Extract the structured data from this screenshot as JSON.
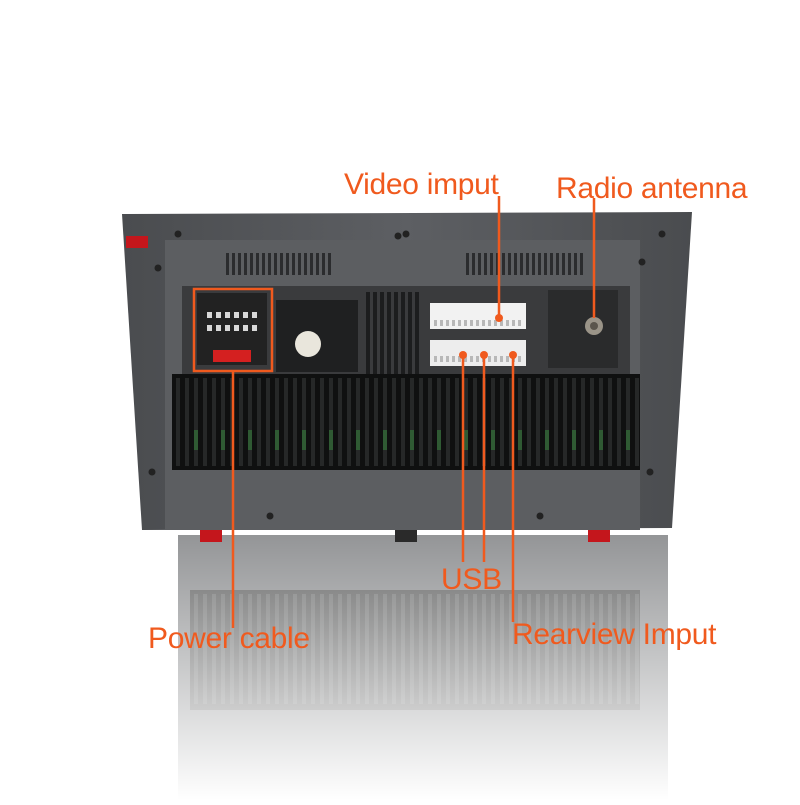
{
  "labels": {
    "video_input": "Video imput",
    "radio_antenna": "Radio antenna",
    "usb": "USB",
    "power_cable": "Power cable",
    "rearview_input": "Rearview Imput"
  },
  "colors": {
    "accent": "#f05a1e",
    "housing": "#55575a",
    "housing_dark": "#3a3b3d",
    "panel": "#2b2c2e",
    "heatsink": "#0f1010",
    "connector": "#f2f2f2",
    "fuse": "#d42020",
    "background": "#ffffff"
  },
  "icons": {
    "device": "car-stereo-back-panel-photo",
    "port": "connector-port-icon",
    "fuse": "fuse-icon",
    "antenna": "antenna-jack-icon"
  }
}
